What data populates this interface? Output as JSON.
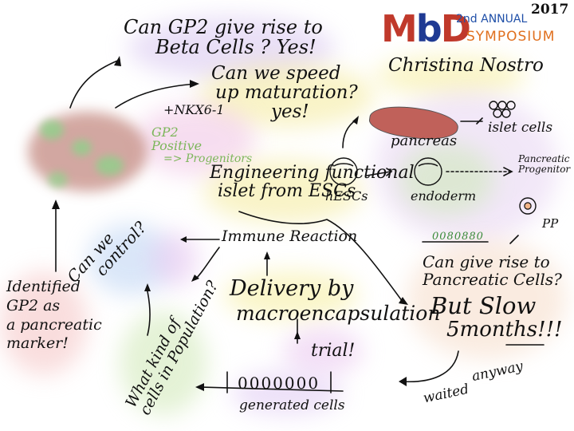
{
  "header": {
    "logo": "MbD",
    "edition": "2nd ANNUAL",
    "event": "SYMPOSIUM",
    "year": "2017",
    "speaker": "Christina Nostro"
  },
  "center_title": [
    "Engineering functional",
    "islet from ESCs"
  ],
  "top_questions": {
    "q1": [
      "Can GP2 give rise to",
      "Beta Cells ?  Yes!"
    ],
    "q2": [
      "Can we speed",
      "up maturation?",
      "yes!"
    ]
  },
  "cluster": {
    "marker": "+NKX6-1",
    "label": [
      "GP2",
      "Positive",
      "=> Progenitors"
    ]
  },
  "differentiation": {
    "pancreas": "pancreas",
    "islet_cells": "islet cells",
    "hescs": "hESCs",
    "endoderm": "endoderm",
    "pancreatic_progenitor": [
      "Pancreatic",
      "Progenitor"
    ],
    "pp": "PP"
  },
  "outcome": {
    "beads": "0080880",
    "line1": "Can give rise to",
    "line2": "Pancreatic Cells?",
    "line3": "But Slow",
    "line4": "5months!!!",
    "waited": [
      "waited",
      "anyway"
    ]
  },
  "immune": {
    "reaction": "Immune Reaction",
    "control": [
      "Can we",
      "control?"
    ]
  },
  "delivery": {
    "line1": "Delivery by",
    "line2": "macroencapsulation",
    "trial": "trial!"
  },
  "generated": {
    "beads": "0000000",
    "label": "generated cells"
  },
  "population": [
    "What kind of",
    "cells in Population?"
  ],
  "identified": [
    "Identified",
    "GP2 as",
    "a pancreatic",
    "marker!"
  ],
  "colors": {
    "logo_m": "#c0392b",
    "logo_b": "#1f3a93",
    "logo_d": "#c0392b",
    "symposium": "#e0701f",
    "edition": "#1f4fa8",
    "green_text": "#7cb65a",
    "pancreas": "#c0615a"
  }
}
